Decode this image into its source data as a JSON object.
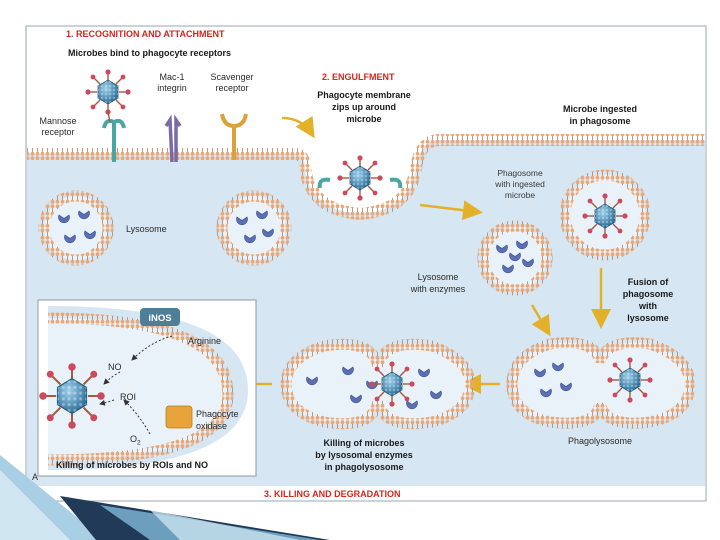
{
  "colors": {
    "cytoplasm": "#d6e6f2",
    "membrane_head": "#e9a777",
    "membrane_line": "#b77f5a",
    "vesicle_lumen": "#e9f2f9",
    "enzyme": "#5b6fb5",
    "microbe_body": "#5a9ec6",
    "microbe_tip": "#cc4a60",
    "arrow_yellow": "#e3b02a",
    "title_red": "#d0281e",
    "receptor_teal": "#4aa6a2",
    "receptor_purple": "#7a6aa6",
    "receptor_gold": "#dca23a",
    "oxidase": "#e8a33a",
    "inos_box": "#4e7e9a"
  },
  "icons": {
    "microbe": "virus-particle-icon",
    "enzyme": "lysosomal-enzyme-icon",
    "deco": "corner-triangles"
  },
  "labels": {
    "step1_title": "1. RECOGNITION AND ATTACHMENT",
    "step1_sub": "Microbes bind to phagocyte receptors",
    "mac1_l1": "Mac-1",
    "mac1_l2": "integrin",
    "scav_l1": "Scavenger",
    "scav_l2": "receptor",
    "mannose_l1": "Mannose",
    "mannose_l2": "receptor",
    "step2_title": "2. ENGULFMENT",
    "zip_l1": "Phagocyte membrane",
    "zip_l2": "zips up around",
    "zip_l3": "microbe",
    "ingested_l1": "Microbe ingested",
    "ingested_l2": "in phagosome",
    "phagosome_l1": "Phagosome",
    "phagosome_l2": "with ingested",
    "phagosome_l3": "microbe",
    "lysosome": "Lysosome",
    "lysenz_l1": "Lysosome",
    "lysenz_l2": "with enzymes",
    "fusion_l1": "Fusion of",
    "fusion_l2": "phagosome",
    "fusion_l3": "with",
    "fusion_l4": "lysosome",
    "inos": "iNOS",
    "arginine": "Arginine",
    "no": "NO",
    "roi": "ROI",
    "phox_l1": "Phagocyte",
    "phox_l2": "oxidase",
    "o2": "O",
    "o2_sub": "2",
    "panel_caption": "Killing of microbes by ROIs and NO",
    "panel_letter": "A",
    "killing_l1": "Killing of microbes",
    "killing_l2": "by lysosomal enzymes",
    "killing_l3": "in phagolysosome",
    "phagolysosome": "Phagolysosome",
    "step3_title": "3. KILLING AND DEGRADATION"
  }
}
